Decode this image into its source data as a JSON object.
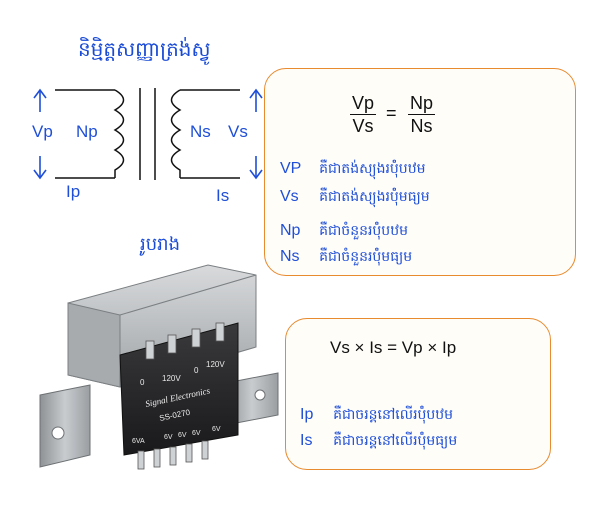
{
  "title": "និម្មិត្តសញ្ញាត្រង់ស្វូ",
  "subtitle": "រូបរាង",
  "schematic": {
    "vp": "Vp",
    "np": "Np",
    "ns": "Ns",
    "vs": "Vs",
    "ip": "Ip",
    "is": "Is"
  },
  "box1": {
    "formula": {
      "left_num": "Vp",
      "left_den": "Vs",
      "equals": "=",
      "right_num": "Np",
      "right_den": "Ns"
    },
    "definitions": [
      {
        "symbol": "VP",
        "text": "គឺជាតង់ស្យុងរប៉ុំបឋម"
      },
      {
        "symbol": "Vs",
        "text": "គឺជាតង់ស្យុងរប៉ុំមធ្យម"
      },
      {
        "symbol": "Np",
        "text": "គឺជាចំនួនរប៉ុំបឋម"
      },
      {
        "symbol": "Ns",
        "text": "គឺជាចំនួនរប៉ុំមធ្យម"
      }
    ]
  },
  "box2": {
    "formula": "Vs × Is = Vp × Ip",
    "definitions": [
      {
        "symbol": "Ip",
        "text": "គឺជាចរន្តនៅលើរប៉ុំបឋម"
      },
      {
        "symbol": "Is",
        "text": "គឺជាចរន្តនៅលើរប៉ុំមធ្យម"
      }
    ]
  },
  "photo": {
    "label_brand": "Signal Electronics",
    "label_model": "SS-0270",
    "label_top_left": "120V",
    "label_top_right": "120V",
    "label_0a": "0",
    "label_0b": "0",
    "label_bottom": [
      "6VA",
      "6V",
      "6V",
      "6V",
      "6V"
    ]
  },
  "colors": {
    "blue_text": "#1f4fd8",
    "box_border": "#e88a2e",
    "metal": "#b9bcbf",
    "dark_core": "#2a2a2c"
  }
}
